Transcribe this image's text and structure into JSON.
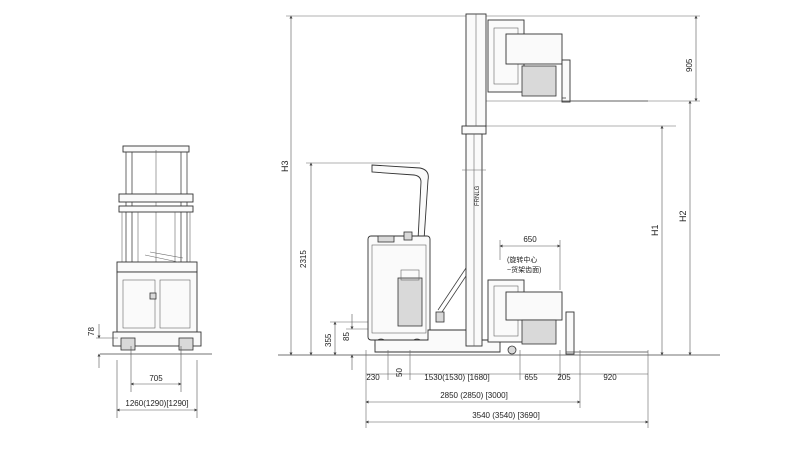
{
  "front_view": {
    "height_78": "78",
    "width_705": "705",
    "width_total": "1260(1290)[1290]"
  },
  "side_view": {
    "h3": "H3",
    "h1": "H1",
    "h2": "H2",
    "top_905": "905",
    "height_2315": "2315",
    "height_355": "355",
    "height_85": "85",
    "dim_650": "650",
    "rotation_label_1": "(旋转中心",
    "rotation_label_2": "~货架齿面)",
    "mast_brand": "FRNLG",
    "bottom_230": "230",
    "bottom_50": "50",
    "bottom_1530": "1530(1530) [1680]",
    "bottom_655": "655",
    "bottom_205": "205",
    "bottom_920": "920",
    "total_2850": "2850 (2850) [3000]",
    "total_3540": "3540 (3540) [3690]"
  }
}
